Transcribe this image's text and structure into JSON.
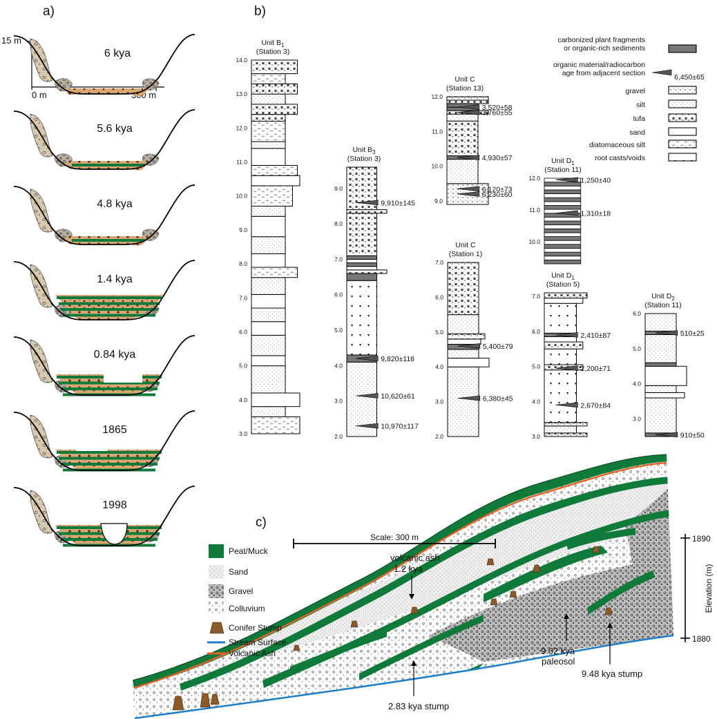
{
  "panel_labels": {
    "a": "a)",
    "b": "b)",
    "c": "c)"
  },
  "panel_a": {
    "axes": {
      "y_top": "15 m",
      "x_left": "0 m",
      "x_right": "300 m"
    },
    "stages": [
      {
        "label": "6 kya",
        "green": 0,
        "cut": "none"
      },
      {
        "label": "5.6 kya",
        "green": 1,
        "cut": "none"
      },
      {
        "label": "4.8 kya",
        "green": 1,
        "cut": "none"
      },
      {
        "label": "1.4 kya",
        "green": 4,
        "cut": "none"
      },
      {
        "label": "0.84 kya",
        "green": 4,
        "cut": "notch"
      },
      {
        "label": "1865",
        "green": 4,
        "cut": "terrace"
      },
      {
        "label": "1998",
        "green": 4,
        "cut": "gully"
      }
    ]
  },
  "panel_b": {
    "legend": [
      {
        "label_lines": [
          "carbonized plant fragments",
          "or organic-rich sediments"
        ],
        "fill": "organic"
      },
      {
        "label_lines": [
          "organic material/radiocarbon",
          "age from adjacent section"
        ],
        "fill": "wedge",
        "example": "6,450±65"
      },
      {
        "label_lines": [
          "gravel"
        ],
        "fill": "gravel"
      },
      {
        "label_lines": [
          "silt"
        ],
        "fill": "silt"
      },
      {
        "label_lines": [
          "tufa"
        ],
        "fill": "tufa"
      },
      {
        "label_lines": [
          "sand"
        ],
        "fill": "sand"
      },
      {
        "label_lines": [
          "diatomaceous silt"
        ],
        "fill": "diatom"
      },
      {
        "label_lines": [
          "root casts/voids"
        ],
        "fill": "root"
      }
    ],
    "columns": [
      {
        "title": [
          "Unit B",
          "1",
          "(Station 3)"
        ],
        "y_range": [
          3.0,
          14.0
        ],
        "ticks": [
          3.0,
          4.0,
          5.0,
          6.0,
          7.0,
          8.0,
          9.0,
          10.0,
          11.0,
          12.0,
          13.0,
          14.0
        ],
        "layers": [
          [
            3.0,
            3.5,
            "diatom",
            1.0
          ],
          [
            3.5,
            3.8,
            "silt",
            0.7
          ],
          [
            3.8,
            4.2,
            "sand",
            1.0
          ],
          [
            4.2,
            5.0,
            "silt",
            0.7
          ],
          [
            5.0,
            5.3,
            "sand",
            0.7
          ],
          [
            5.3,
            5.9,
            "silt",
            0.7
          ],
          [
            5.9,
            6.3,
            "sand",
            0.7
          ],
          [
            6.3,
            6.7,
            "silt",
            0.7
          ],
          [
            6.7,
            7.1,
            "sand",
            0.7
          ],
          [
            7.1,
            7.6,
            "silt",
            0.7
          ],
          [
            7.6,
            7.9,
            "diatom",
            0.95
          ],
          [
            7.9,
            8.3,
            "sand",
            0.7
          ],
          [
            8.3,
            8.8,
            "silt",
            0.7
          ],
          [
            8.8,
            9.4,
            "sand",
            0.7
          ],
          [
            9.4,
            9.7,
            "silt",
            0.7
          ],
          [
            9.7,
            10.3,
            "diatom",
            0.85
          ],
          [
            10.3,
            10.6,
            "sand",
            1.0
          ],
          [
            10.6,
            10.9,
            "diatom",
            0.95
          ],
          [
            10.9,
            11.4,
            "sand",
            0.7
          ],
          [
            11.4,
            11.6,
            "silt",
            0.7
          ],
          [
            11.6,
            12.2,
            "diatom",
            0.7
          ],
          [
            12.2,
            12.4,
            "tufa",
            0.7
          ],
          [
            12.4,
            12.7,
            "tufa",
            0.95
          ],
          [
            12.7,
            13.0,
            "silt",
            0.7
          ],
          [
            13.0,
            13.3,
            "tufa",
            0.95
          ],
          [
            13.3,
            13.6,
            "diatom",
            0.7
          ],
          [
            13.6,
            14.0,
            "tufa",
            0.95
          ]
        ],
        "ages": []
      },
      {
        "title": [
          "Unit B",
          "3",
          "(Station 3)"
        ],
        "y_range": [
          2.0,
          9.6
        ],
        "ticks": [
          2.0,
          3.0,
          4.0,
          5.0,
          6.0,
          7.0,
          8.0,
          9.0
        ],
        "layers": [
          [
            2.0,
            4.1,
            "silt",
            0.75
          ],
          [
            4.1,
            4.3,
            "organic",
            0.75
          ],
          [
            4.3,
            6.4,
            "root",
            0.75
          ],
          [
            6.4,
            6.6,
            "organic",
            0.75
          ],
          [
            6.6,
            6.7,
            "tufa",
            1.0
          ],
          [
            6.7,
            6.8,
            "sand",
            0.75
          ],
          [
            6.8,
            6.9,
            "organic",
            0.75
          ],
          [
            6.9,
            7.0,
            "sand",
            0.75
          ],
          [
            7.0,
            7.1,
            "organic",
            0.75
          ],
          [
            7.1,
            8.3,
            "tufa",
            0.75
          ],
          [
            8.3,
            8.4,
            "tufa",
            1.0
          ],
          [
            8.4,
            9.6,
            "tufa",
            0.75
          ]
        ],
        "ages": [
          {
            "y": 8.6,
            "label": "9,910±145"
          },
          {
            "y": 4.2,
            "label": "9,820±118"
          },
          {
            "y": 3.15,
            "label": "10,620±61"
          },
          {
            "y": 2.3,
            "label": "10,970±117"
          }
        ]
      },
      {
        "title": [
          "Unit C",
          "",
          "(Station 13)"
        ],
        "y_range": [
          8.9,
          12.0
        ],
        "ticks": [
          9.0,
          10.0,
          11.0,
          12.0
        ],
        "layers": [
          [
            8.9,
            9.5,
            "gravel",
            1.0
          ],
          [
            9.5,
            10.2,
            "silt",
            0.75
          ],
          [
            10.2,
            10.3,
            "organic",
            0.75
          ],
          [
            10.3,
            11.3,
            "tufa",
            0.75
          ],
          [
            11.3,
            11.5,
            "silt",
            0.75
          ],
          [
            11.5,
            11.6,
            "tufa",
            1.0
          ],
          [
            11.6,
            11.7,
            "organic",
            0.75
          ],
          [
            11.7,
            11.8,
            "organic",
            0.75
          ],
          [
            11.8,
            11.9,
            "tufa",
            1.0
          ],
          [
            11.9,
            12.0,
            "tufa",
            1.0
          ]
        ],
        "ages": [
          {
            "y": 11.7,
            "label": "3,520±58"
          },
          {
            "y": 11.55,
            "label": "3,760±55"
          },
          {
            "y": 10.25,
            "label": "4,930±57"
          },
          {
            "y": 9.35,
            "label": "6,120±73"
          },
          {
            "y": 9.2,
            "label": "6,230±60"
          }
        ]
      },
      {
        "title": [
          "Unit C",
          "",
          "(Station 1)"
        ],
        "y_range": [
          2.0,
          7.0
        ],
        "ticks": [
          2.0,
          3.0,
          4.0,
          5.0,
          6.0,
          7.0
        ],
        "layers": [
          [
            2.0,
            4.0,
            "silt",
            0.75
          ],
          [
            4.0,
            4.25,
            "sand",
            1.0
          ],
          [
            4.25,
            4.5,
            "silt",
            0.75
          ],
          [
            4.5,
            4.65,
            "organic",
            0.75
          ],
          [
            4.65,
            4.8,
            "sand",
            0.8
          ],
          [
            4.8,
            4.95,
            "tufa",
            0.9
          ],
          [
            4.95,
            5.5,
            "silt",
            0.75
          ],
          [
            5.5,
            7.0,
            "tufa",
            0.75
          ]
        ],
        "ages": [
          {
            "y": 4.6,
            "label": "5,400±79"
          },
          {
            "y": 3.1,
            "label": "6,380±45"
          }
        ]
      },
      {
        "title": [
          "Unit D",
          "1",
          "(Station 11)"
        ],
        "y_range": [
          9.3,
          12.0
        ],
        "ticks": [
          10.0,
          11.0,
          12.0
        ],
        "layers": "banded",
        "ages": [
          {
            "y": 11.95,
            "label": "1,250±40"
          },
          {
            "y": 10.9,
            "label": "1,310±18"
          }
        ]
      },
      {
        "title": [
          "Unit D",
          "1",
          "(Station 5)"
        ],
        "y_range": [
          3.0,
          7.1
        ],
        "ticks": [
          3.0,
          4.0,
          5.0,
          6.0,
          7.0
        ],
        "layers": [
          [
            3.0,
            3.1,
            "tufa",
            1.0
          ],
          [
            3.1,
            3.3,
            "silt",
            0.75
          ],
          [
            3.3,
            3.4,
            "tufa",
            1.0
          ],
          [
            3.4,
            4.9,
            "root",
            0.75
          ],
          [
            4.9,
            5.05,
            "tufa",
            0.9
          ],
          [
            5.05,
            5.5,
            "root",
            0.75
          ],
          [
            5.5,
            5.7,
            "tufa",
            0.9
          ],
          [
            5.7,
            5.85,
            "sand",
            0.75
          ],
          [
            5.85,
            5.95,
            "organic",
            0.75
          ],
          [
            5.95,
            6.8,
            "root",
            0.75
          ],
          [
            6.8,
            6.95,
            "sand",
            0.9
          ],
          [
            6.95,
            7.1,
            "tufa",
            1.0
          ]
        ],
        "ages": [
          {
            "y": 5.9,
            "label": "2,410±87"
          },
          {
            "y": 4.95,
            "label": "2,200±71"
          },
          {
            "y": 3.9,
            "label": "2,670±84"
          }
        ]
      },
      {
        "title": [
          "Unit D",
          "2",
          "(Station 11)"
        ],
        "y_range": [
          2.5,
          6.0
        ],
        "ticks": [
          3.0,
          4.0,
          5.0,
          6.0
        ],
        "layers": [
          [
            2.5,
            2.6,
            "organic",
            0.75
          ],
          [
            2.6,
            3.6,
            "silt",
            0.75
          ],
          [
            3.6,
            3.75,
            "sand",
            0.95
          ],
          [
            3.75,
            3.95,
            "silt",
            0.75
          ],
          [
            3.95,
            4.5,
            "sand",
            1.0
          ],
          [
            4.5,
            4.6,
            "organic",
            0.75
          ],
          [
            4.6,
            5.4,
            "silt",
            0.75
          ],
          [
            5.4,
            5.5,
            "organic",
            0.75
          ],
          [
            5.5,
            6.0,
            "silt",
            0.75
          ]
        ],
        "ages": [
          {
            "y": 5.45,
            "label": "510±25"
          },
          {
            "y": 2.55,
            "label": "910±50"
          }
        ]
      }
    ]
  },
  "panel_c": {
    "legend": [
      {
        "label": "Peat/Muck",
        "swatch": "peat"
      },
      {
        "label": "Sand",
        "swatch": "sand"
      },
      {
        "label": "Gravel",
        "swatch": "gravel"
      },
      {
        "label": "Colluvium",
        "swatch": "colluvium"
      },
      {
        "label": "Conifer Stump",
        "swatch": "stump"
      },
      {
        "label": "Stream Surface",
        "swatch": "stream"
      },
      {
        "label": "Volcanic Ash",
        "swatch": "ash"
      }
    ],
    "scale_label": "Scale: 300 m",
    "elevation": {
      "label": "Elevation (m)",
      "ticks": [
        "1890",
        "1880"
      ]
    },
    "annotations": [
      {
        "lines": [
          "volcanic ash",
          "1.2 kya"
        ]
      },
      {
        "lines": [
          "2.83  kya stump"
        ]
      },
      {
        "lines": [
          "9.02  kya",
          "paleosol"
        ]
      },
      {
        "lines": [
          "9.48 kya stump"
        ]
      }
    ]
  },
  "colors": {
    "peat": "#0f7a3a",
    "sediment": "#d9a672",
    "colluvium": "#d8c8ae",
    "gravel_rock": "#b9ada0",
    "organic": "#777777",
    "stream": "#1e7ec8",
    "ash": "#e3642b",
    "stump": "#8a5a2b"
  }
}
